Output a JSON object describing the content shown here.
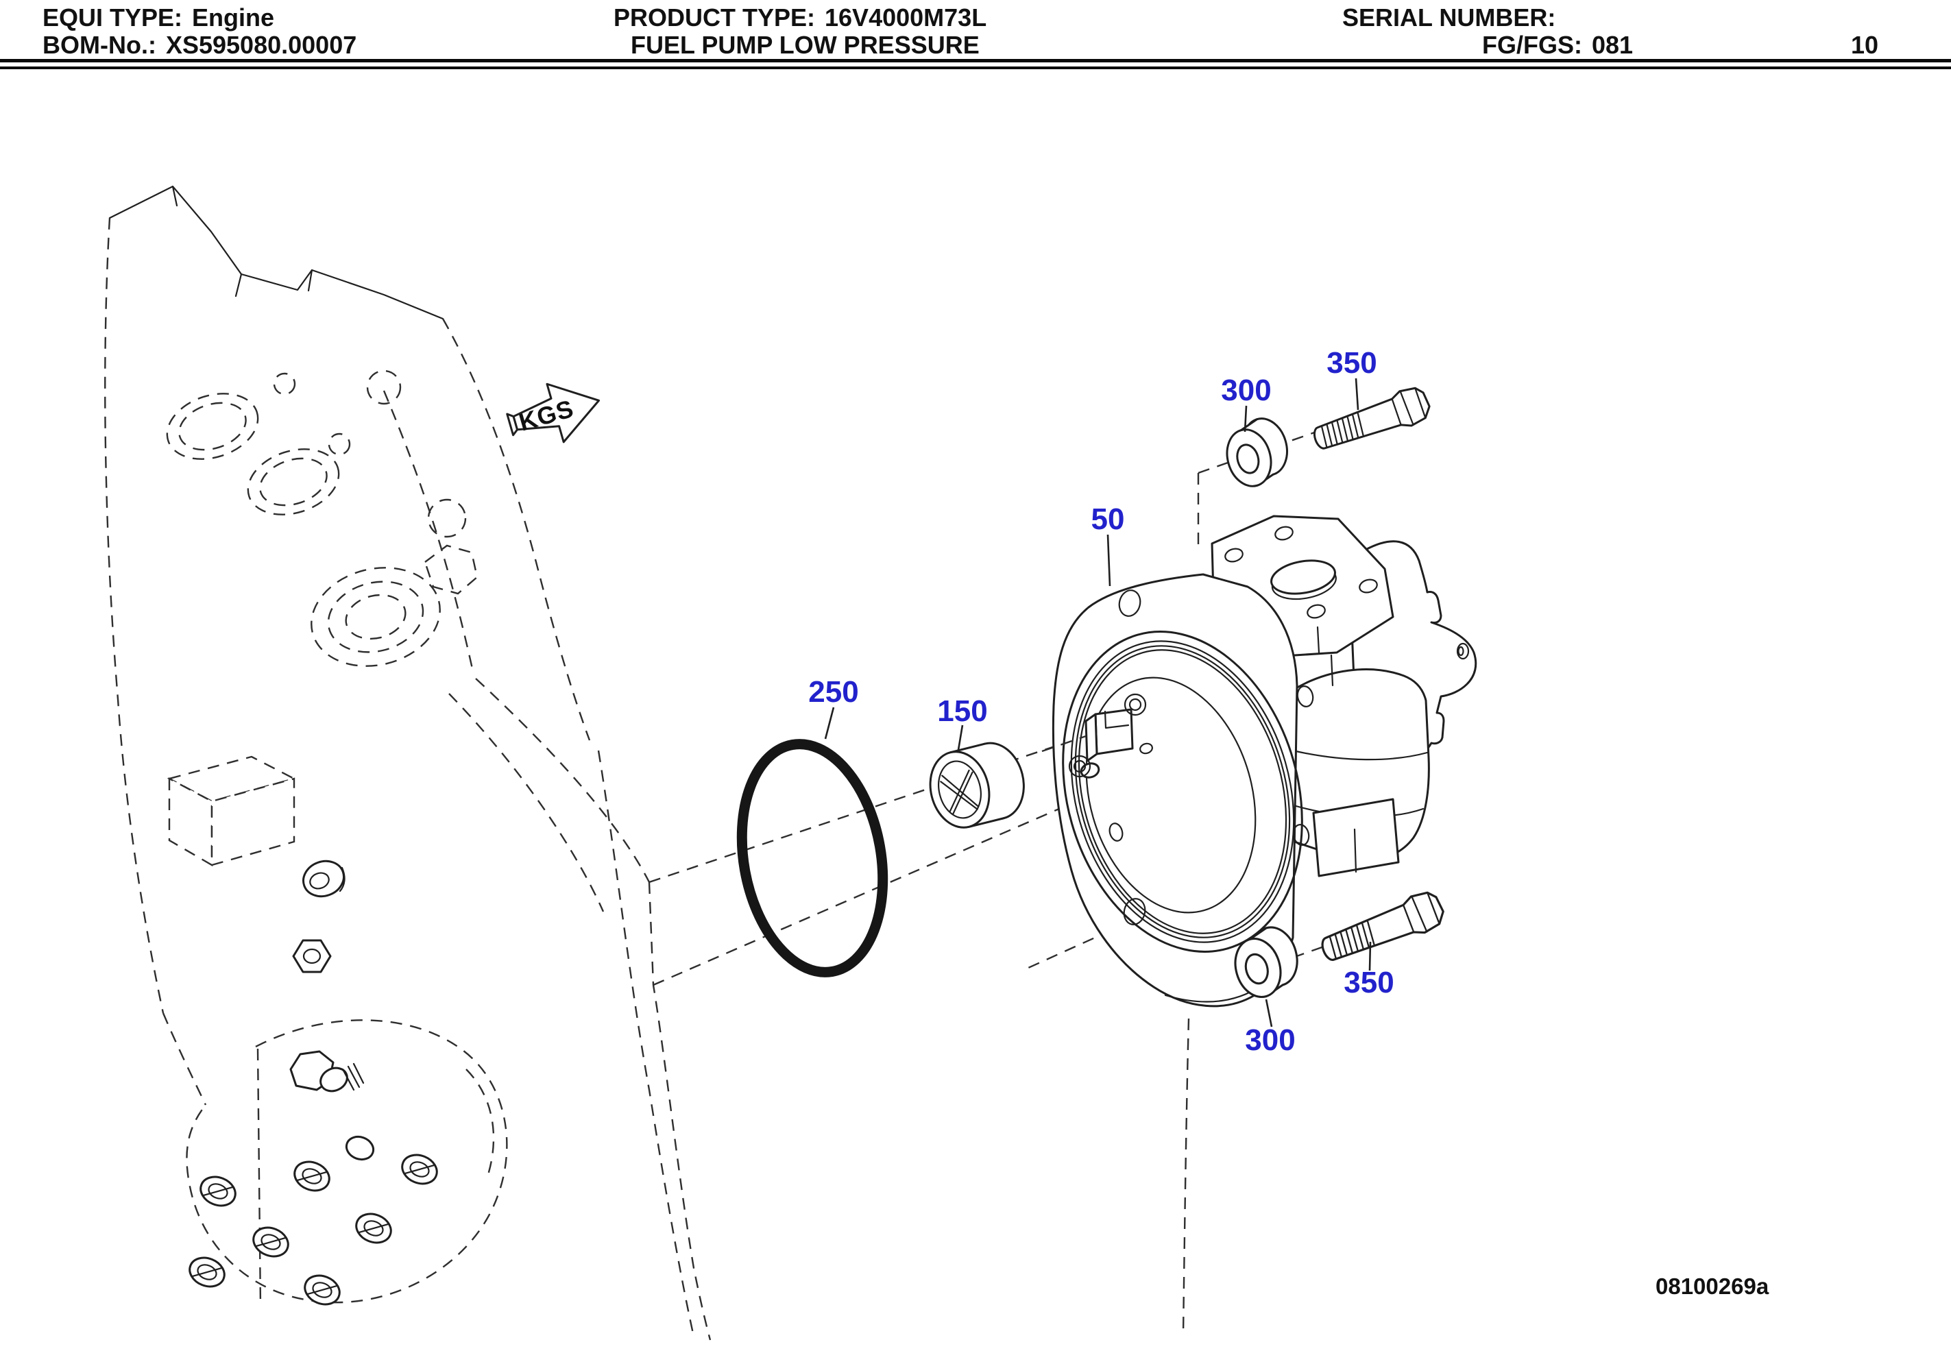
{
  "header": {
    "equi_type_label": "EQUI TYPE:",
    "equi_type_value": "Engine",
    "product_type_label": "PRODUCT TYPE:",
    "product_type_value": "16V4000M73L",
    "serial_number_label": "SERIAL NUMBER:",
    "bom_label": "BOM-No.:",
    "bom_value": "XS595080.00007",
    "description": "FUEL PUMP LOW PRESSURE",
    "fg_fgs_label": "FG/FGS:",
    "fg_fgs_value": "081",
    "page_number": "10"
  },
  "diagram": {
    "weight_symbol": "KGS",
    "drawing_number": "08100269a",
    "callout_color": "#2222cc",
    "line_color": "#1f1f1f",
    "callouts": {
      "pump": "50",
      "coupling": "150",
      "o_ring": "250",
      "washer_top": "300",
      "bolt_top": "350",
      "washer_bottom": "300",
      "bolt_bottom": "350"
    }
  }
}
